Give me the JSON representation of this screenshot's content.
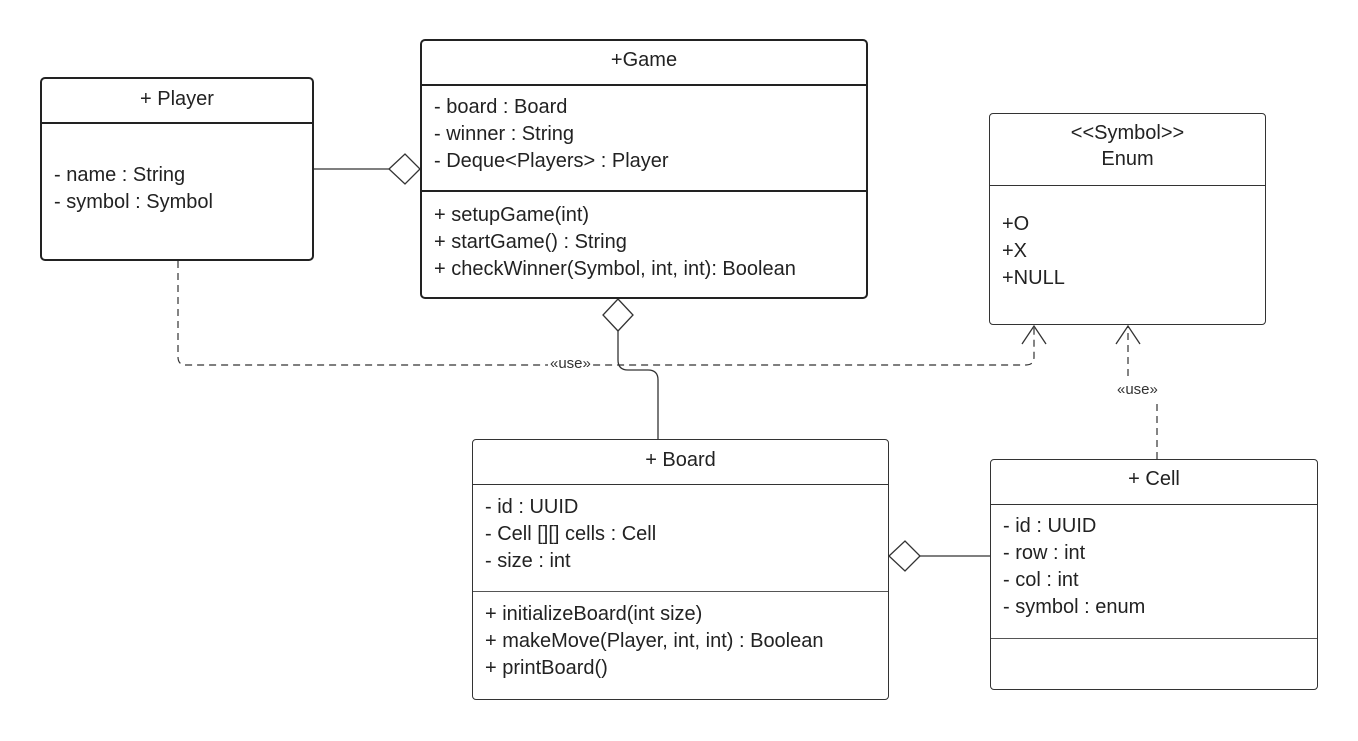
{
  "classes": {
    "player": {
      "name": "+ Player",
      "attributes": [
        "- name : String",
        "- symbol : Symbol"
      ],
      "operations": []
    },
    "game": {
      "name": "+Game",
      "attributes": [
        "- board : Board",
        "- winner : String",
        "- Deque<Players> : Player"
      ],
      "operations": [
        "+ setupGame(int)",
        "+ startGame() : String",
        "+ checkWinner(Symbol, int, int): Boolean"
      ]
    },
    "symbol": {
      "stereotype": "<<Symbol>>",
      "name": "Enum",
      "literals": [
        "+O",
        "+X",
        "+NULL"
      ]
    },
    "board": {
      "name": "+ Board",
      "attributes": [
        "- id : UUID",
        "- Cell [][] cells : Cell",
        "- size : int"
      ],
      "operations": [
        "+ initializeBoard(int size)",
        "+ makeMove(Player, int, int) : Boolean",
        "+ printBoard()"
      ]
    },
    "cell": {
      "name": "+ Cell",
      "attributes": [
        "- id : UUID",
        "- row : int",
        "- col : int",
        "- symbol : enum"
      ],
      "operations": []
    }
  },
  "relations": {
    "use_label_main": "«use»",
    "use_label_cell": "«use»"
  },
  "colors": {
    "line": "#333333",
    "background": "#ffffff"
  }
}
